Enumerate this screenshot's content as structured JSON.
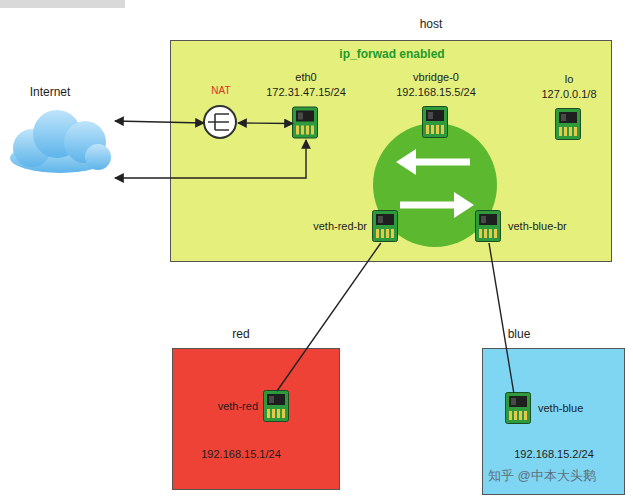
{
  "diagram": {
    "nodes": [
      {
        "text": [
          "host",
          "ip_forwad enabled"
        ]
      },
      {
        "text": [
          "Internet"
        ]
      },
      {
        "text": [
          "NAT"
        ],
        "in": 0
      },
      {
        "text": [
          "eth0",
          "172.31.47.15/24"
        ],
        "in": 0
      },
      {
        "text": [
          "vbridge-0",
          "192.168.15.5/24"
        ],
        "in": 0
      },
      {
        "text": [
          "lo",
          "127.0.0.1/8"
        ],
        "in": 0
      },
      {
        "text": [
          "veth-red-br"
        ],
        "in": 0
      },
      {
        "text": [
          "veth-blue-br"
        ],
        "in": 0
      },
      {
        "text": [
          "red",
          "192.168.15.1/24"
        ]
      },
      {
        "text": [
          "veth-red"
        ],
        "in": 8
      },
      {
        "text": [
          "blue",
          "192.168.15.2/24"
        ]
      },
      {
        "text": [
          "veth-blue"
        ],
        "in": 10
      }
    ],
    "edges": [
      {
        "from": 1,
        "to": 2,
        "arrow": "both"
      },
      {
        "from": 2,
        "to": 3,
        "arrow": "both"
      },
      {
        "from": 1,
        "to": 3,
        "arrow": "both"
      },
      {
        "from": 6,
        "to": 9,
        "arrow": "none"
      },
      {
        "from": 7,
        "to": 11,
        "arrow": "none"
      }
    ],
    "labels": [
      "知乎 @中本大头鹅"
    ]
  }
}
